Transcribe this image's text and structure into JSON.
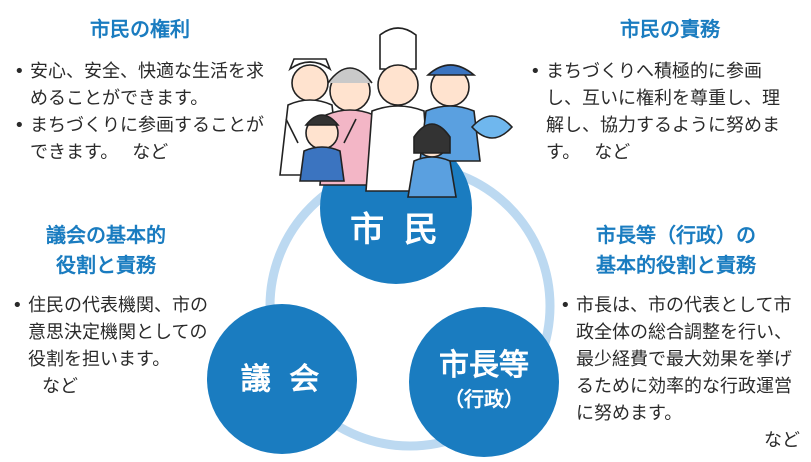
{
  "sections": {
    "rights": {
      "title": "市民の権利",
      "items": [
        "安心、安全、快適な生活を求めることができます。",
        "まちづくりに参画することができます。"
      ],
      "suffix": "など"
    },
    "duties": {
      "title": "市民の責務",
      "items": [
        "まちづくりへ積極的に参画し、互いに権利を尊重し、理解し、協力するように努めます。"
      ],
      "suffix": "など"
    },
    "council": {
      "title_line1": "議会の基本的",
      "title_line2": "役割と責務",
      "items": [
        "住民の代表機関、市の意思決定機関としての役割を担います。"
      ],
      "suffix": "など"
    },
    "mayor": {
      "title_line1": "市長等（行政）の",
      "title_line2": "基本的役割と責務",
      "items": [
        "市長は、市の代表として市政全体の総合調整を行い、最少経費で最大効果を挙げるために効率的な行政運営に努めます。"
      ],
      "suffix": "など"
    }
  },
  "circles": {
    "citizens": "市 民",
    "council": "議 会",
    "mayor_line1": "市長等",
    "mayor_line2": "（行政）"
  },
  "colors": {
    "accent": "#1a7cc0",
    "circle": "#1a7cc0",
    "ring": "#bcd9f1"
  }
}
